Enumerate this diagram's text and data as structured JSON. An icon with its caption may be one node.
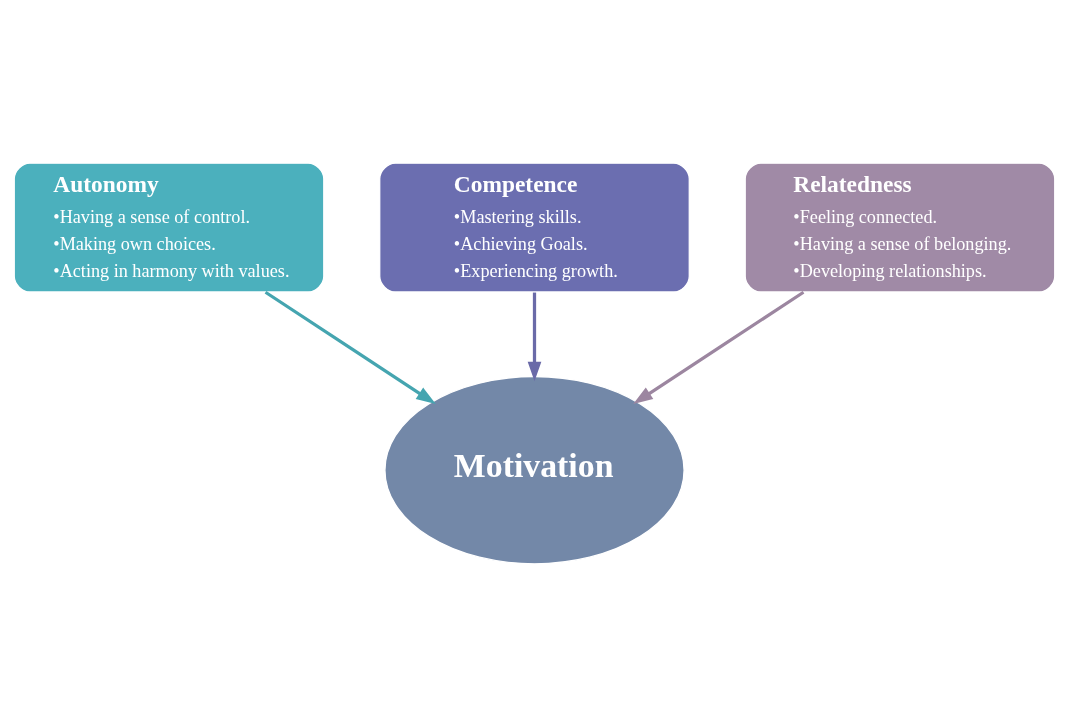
{
  "diagram": {
    "nodes": [
      {
        "text": [
          "Autonomy",
          "•Having a sense of control.",
          "•Making own choices.",
          "•Acting in harmony with values."
        ]
      },
      {
        "text": [
          "Competence",
          "•Mastering skills.",
          "•Achieving Goals.",
          "•Experiencing growth."
        ]
      },
      {
        "text": [
          "Relatedness",
          "•Feeling connected.",
          "•Having a sense of belonging.",
          "•Developing relationships."
        ]
      },
      {
        "text": [
          "Motivation"
        ]
      }
    ],
    "edges": [
      {
        "from": 0,
        "to": 3,
        "arrow": "to",
        "color": "#45a5b0"
      },
      {
        "from": 1,
        "to": 3,
        "arrow": "to",
        "color": "#6a6aa8"
      },
      {
        "from": 2,
        "to": 3,
        "arrow": "to",
        "color": "#9c86a0"
      }
    ]
  }
}
